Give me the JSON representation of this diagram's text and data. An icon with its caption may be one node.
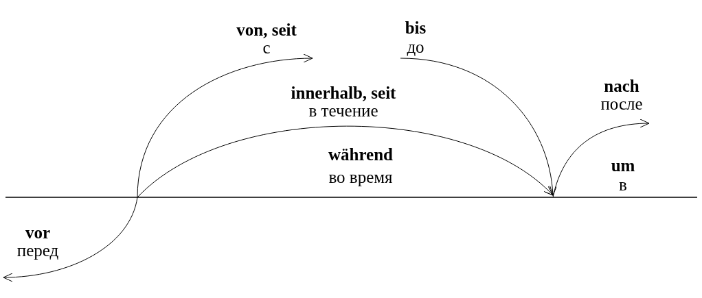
{
  "diagram": {
    "labels": [
      "von, seit",
      "с",
      "bis",
      "до",
      "innerhalb, seit",
      "в течение",
      "nach",
      "после",
      "während",
      "во время",
      "um",
      "в",
      "vor",
      "перед"
    ]
  }
}
